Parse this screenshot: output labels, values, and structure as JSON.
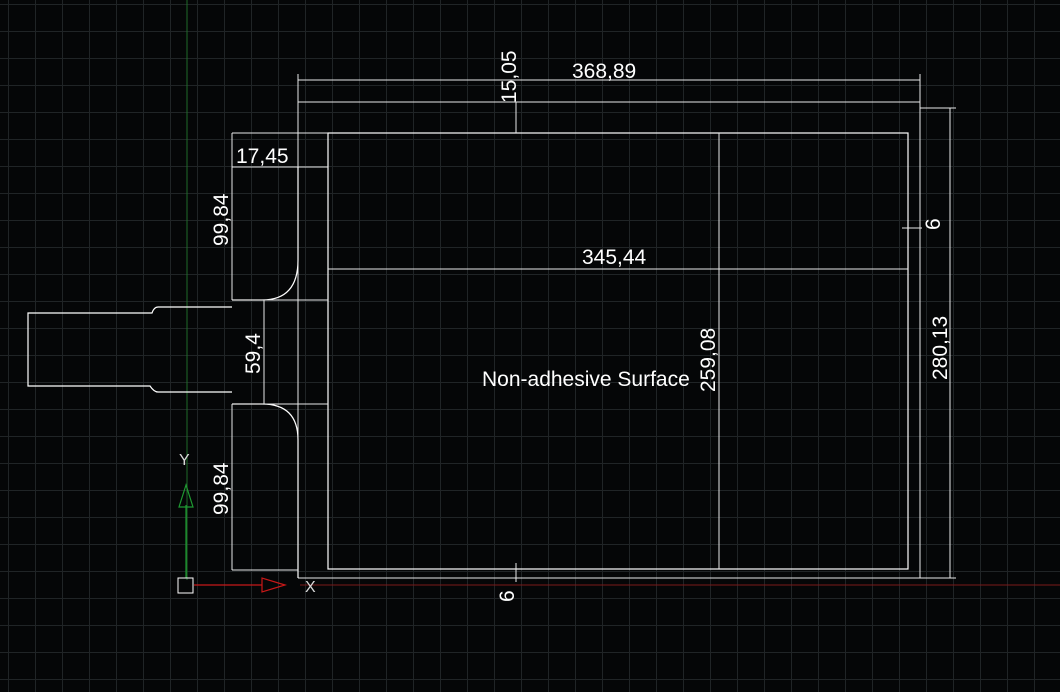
{
  "drawing": {
    "surface_label": "Non-adhesive Surface",
    "dimensions": {
      "overall_width": "368,89",
      "top_offset": "15,05",
      "inner_width": "345,44",
      "left_offset": "17,45",
      "upper_side": "99,84",
      "tab_height": "59,4",
      "lower_side": "99,84",
      "inner_height": "259,08",
      "overall_height": "280,13",
      "right_margin": "6",
      "bottom_margin": "6"
    },
    "ucs": {
      "y_label": "Y",
      "x_label": "X"
    }
  },
  "colors": {
    "background": "#050607",
    "grid": "#202426",
    "lines": "#ffffff",
    "y_axis": "#1f9a32",
    "x_axis": "#c81818"
  }
}
